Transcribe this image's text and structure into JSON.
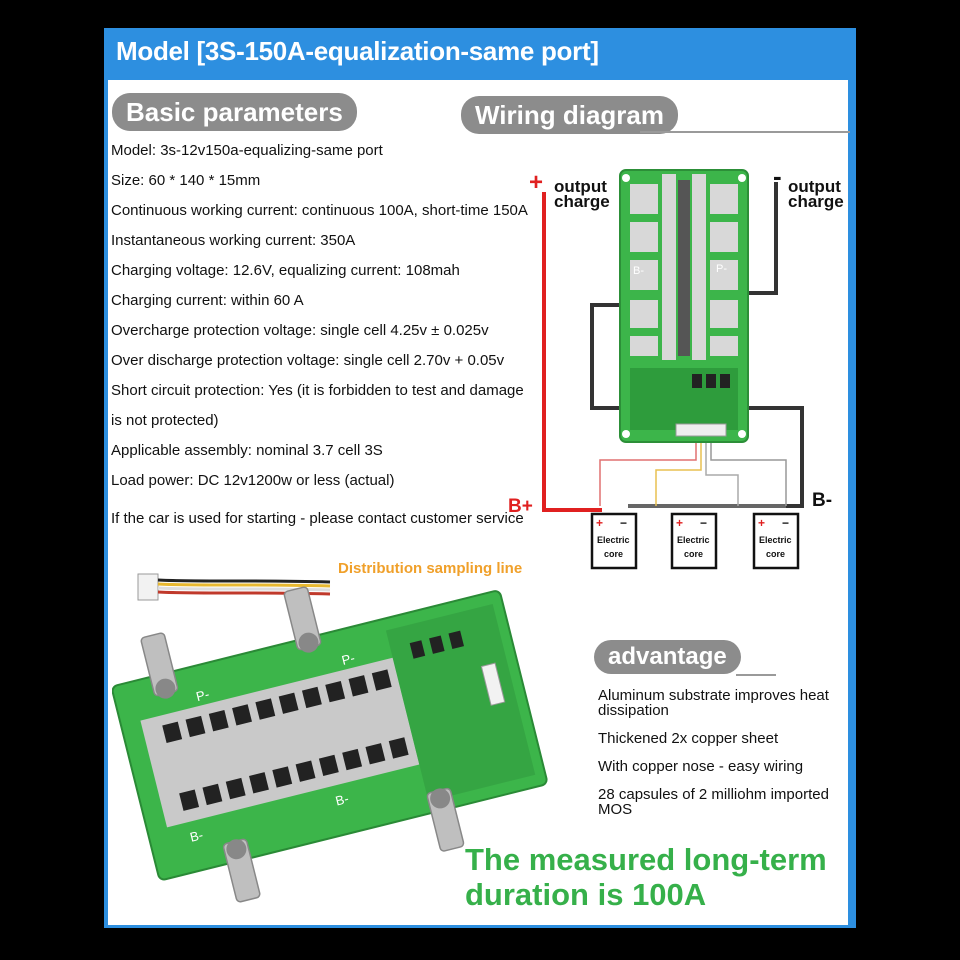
{
  "title": "Model [3S-150A-equalization-same port]",
  "basic": {
    "heading": "Basic parameters",
    "items": [
      "Model: 3s-12v150a-equalizing-same port",
      "Size: 60 * 140 * 15mm",
      "Continuous working current: continuous 100A, short-time 150A",
      "Instantaneous working current: 350A",
      "Charging voltage: 12.6V, equalizing current: 108mah",
      "Charging current: within 60 A",
      "Overcharge protection voltage: single cell 4.25v ± 0.025v",
      "Over discharge protection voltage: single cell 2.70v + 0.05v",
      "Short circuit protection: Yes (it is forbidden to test and damage",
      "is not protected)",
      "Applicable assembly: nominal 3.7 cell 3S",
      "Load power: DC 12v1200w or less (actual)"
    ],
    "note": "If the car is used for starting - please contact customer service"
  },
  "wiring": {
    "heading": "Wiring diagram",
    "plus_sign": "+",
    "minus_sign": "-",
    "plus_output": "output",
    "plus_charge": "charge",
    "minus_output": "output",
    "minus_charge": "charge",
    "b_plus": "B+",
    "b_minus": "B-",
    "p_minus": "P-",
    "b_minus_board": "B-",
    "cell_label_1": "Electric",
    "cell_label_2": "core",
    "cell_plus": "+",
    "cell_minus": "−"
  },
  "distribution": "Distribution sampling line",
  "advantage": {
    "heading": "advantage",
    "items": [
      "Aluminum substrate improves heat dissipation",
      "Thickened 2x copper sheet",
      "With copper nose - easy wiring",
      "28 capsules of 2 milliohm imported MOS"
    ]
  },
  "photo_labels": {
    "p1": "P-",
    "p2": "P-",
    "b1": "B-",
    "b2": "B-"
  },
  "headline": "The measured long-term duration is 100A",
  "colors": {
    "frame_blue": "#2d8fe0",
    "pill_gray": "#8c8c8c",
    "board_green": "#3cb54a",
    "headline_green": "#36b04a",
    "wire_red": "#e02020",
    "label_orange": "#f0a02a"
  }
}
